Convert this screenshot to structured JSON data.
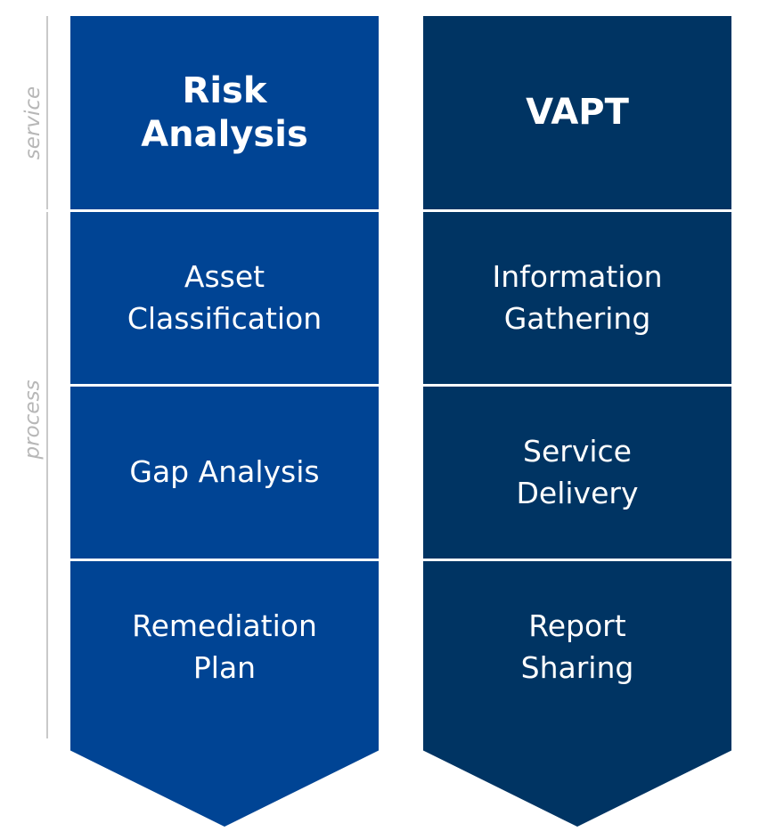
{
  "labels": {
    "service": "service",
    "process": "process"
  },
  "colors": {
    "left_column": "#004494",
    "right_column": "#003463",
    "divider": "#ffffff",
    "side_text": "#b7b7b7"
  },
  "columns": [
    {
      "title": "Risk\nAnalysis",
      "steps": [
        "Asset\nClassification",
        "Gap Analysis",
        "Remediation\nPlan"
      ]
    },
    {
      "title": "VAPT",
      "steps": [
        "Information\nGathering",
        "Service\nDelivery",
        "Report\nSharing"
      ]
    }
  ]
}
